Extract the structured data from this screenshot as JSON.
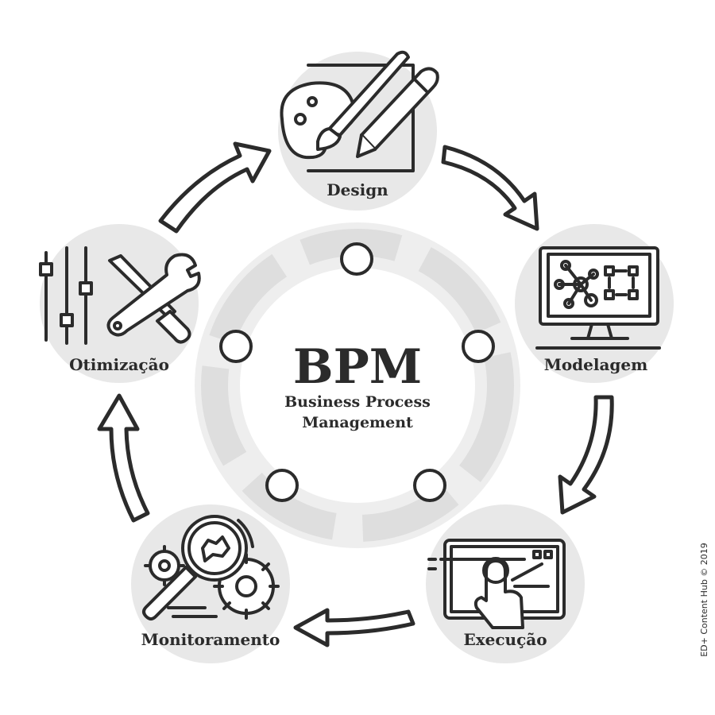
{
  "center": {
    "title": "BPM",
    "subtitle_line1": "Business Process",
    "subtitle_line2": "Management"
  },
  "stages": [
    {
      "id": "design",
      "label": "Design",
      "icon": "palette-brush-pencil-icon"
    },
    {
      "id": "modelagem",
      "label": "Modelagem",
      "icon": "monitor-diagram-icon"
    },
    {
      "id": "execucao",
      "label": "Execução",
      "icon": "tablet-touch-icon"
    },
    {
      "id": "monitoramento",
      "label": "Monitoramento",
      "icon": "magnifier-gears-icon"
    },
    {
      "id": "otimizacao",
      "label": "Otimização",
      "icon": "sliders-tools-icon"
    }
  ],
  "credit": "ED+ Content Hub © 2019",
  "colors": {
    "ink": "#2b2b2b",
    "circle_fill": "#e8e8e8",
    "ring_fill": "#eeeeee",
    "ring_arrows": "#d9d9d9",
    "background": "#ffffff"
  }
}
